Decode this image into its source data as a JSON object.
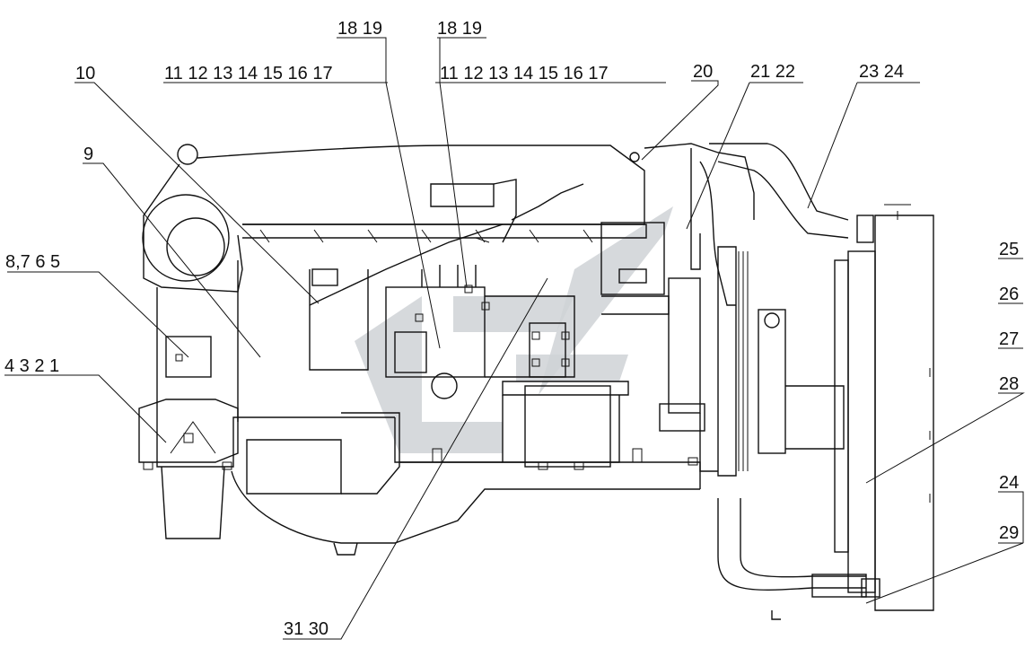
{
  "labels": {
    "l18_19_a": "18 19",
    "l18_19_b": "18 19",
    "l11_17_a": "11 12 13 14 15 16 17",
    "l11_17_b": "11 12 13 14 15 16 17",
    "l10": "10",
    "l20": "20",
    "l21_22": "21 22",
    "l23_24": "23 24",
    "l9": "9",
    "l8_5": "8,7 6 5",
    "l4_1": "4 3 2 1",
    "l25": "25",
    "l26": "26",
    "l27": "27",
    "l28": "28",
    "l24": "24",
    "l29": "29",
    "l31_30": "31 30"
  }
}
